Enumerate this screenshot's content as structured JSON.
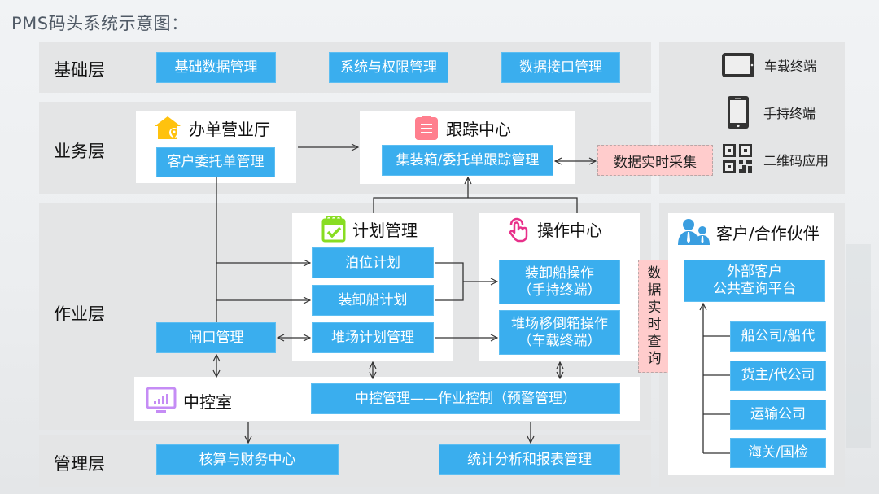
{
  "title": "PMS码头系统示意图：",
  "layers": {
    "base": {
      "label": "基础层",
      "items": [
        "基础数据管理",
        "系统与权限管理",
        "数据接口管理"
      ]
    },
    "business": {
      "label": "业务层",
      "office": {
        "title": "办单营业厅",
        "item": "客户委托单管理"
      },
      "tracking": {
        "title": "跟踪中心",
        "item": "集装箱/委托单跟踪管理"
      },
      "realtime_collect": "数据实时采集"
    },
    "operation": {
      "label": "作业层",
      "plan": {
        "title": "计划管理",
        "items": [
          "泊位计划",
          "装卸船计划",
          "堆场计划管理"
        ]
      },
      "ops": {
        "title": "操作中心",
        "items": [
          {
            "line1": "装卸船操作",
            "line2": "（手持终端）"
          },
          {
            "line1": "堆场移倒箱操作",
            "line2": "（车载终端）"
          }
        ]
      },
      "gate": "闸口管理",
      "control_room": {
        "title": "中控室",
        "item": "中控管理——作业控制（预警管理）"
      },
      "realtime_query": [
        "数",
        "据",
        "实",
        "时",
        "查",
        "询"
      ]
    },
    "management": {
      "label": "管理层",
      "items": [
        "核算与财务中心",
        "统计分析和报表管理"
      ]
    }
  },
  "legend": {
    "items": [
      {
        "icon": "tablet-icon",
        "label": "车载终端"
      },
      {
        "icon": "phone-icon",
        "label": "手持终端"
      },
      {
        "icon": "qrcode-icon",
        "label": "二维码应用"
      }
    ]
  },
  "partners": {
    "title": "客户/合作伙伴",
    "platform": {
      "line1": "外部客户",
      "line2": "公共查询平台"
    },
    "items": [
      "船公司/船代",
      "货主/代公司",
      "运输公司",
      "海关/国检"
    ]
  },
  "colors": {
    "box": "#3aaeee",
    "pink": "#ffcccc",
    "panel": "#e4e5e6"
  }
}
